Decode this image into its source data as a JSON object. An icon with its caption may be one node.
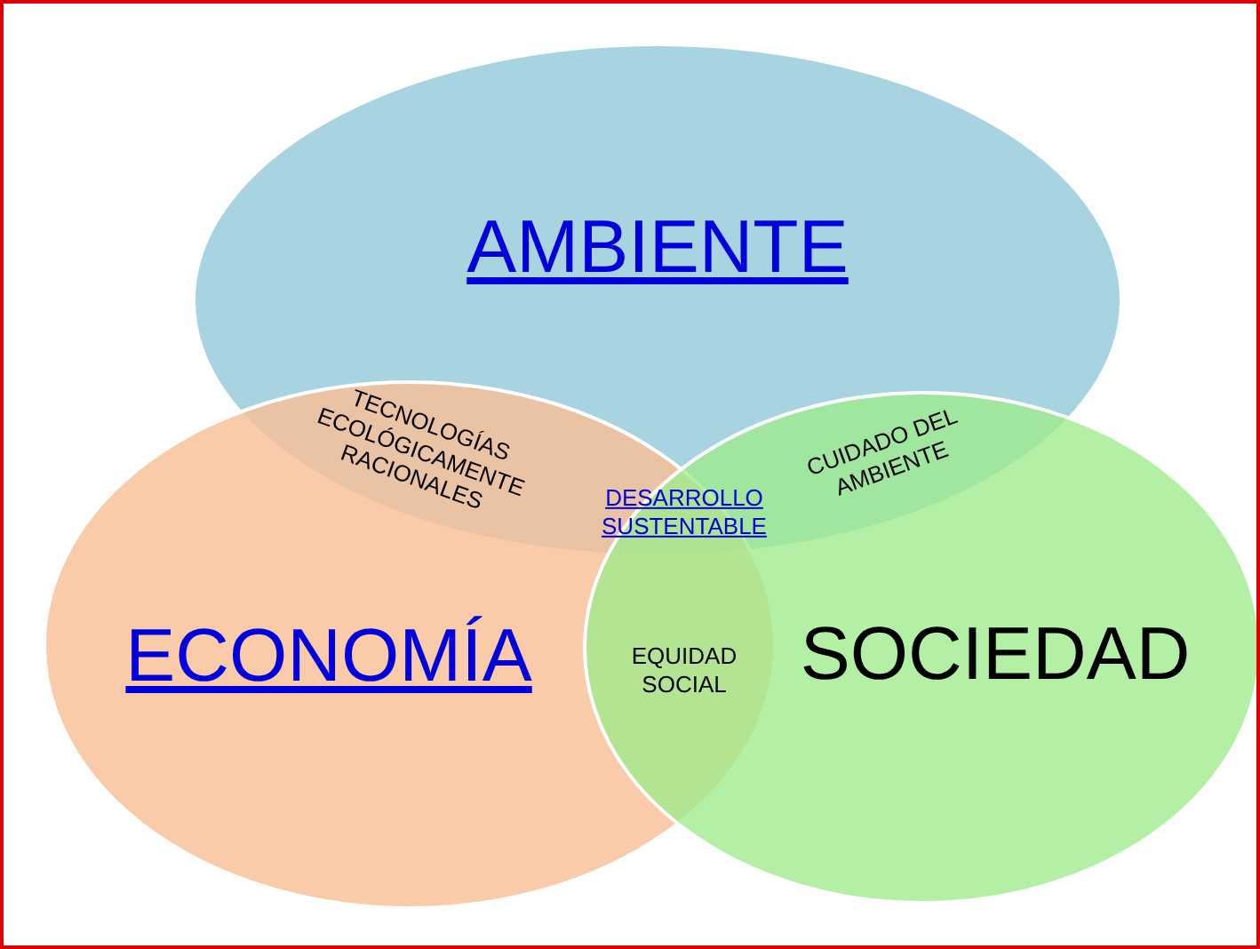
{
  "diagram": {
    "nodes": [
      {
        "text": [
          "AMBIENTE"
        ]
      },
      {
        "text": [
          "ECONOMÍA"
        ]
      },
      {
        "text": [
          "SOCIEDAD"
        ]
      }
    ],
    "labels": [
      "TECNOLOGÍAS ECOLÓGICAMENTE RACIONALES",
      "CUIDADO DEL AMBIENTE",
      "DESARROLLO SUSTENTABLE",
      "EQUIDAD SOCIAL"
    ]
  }
}
